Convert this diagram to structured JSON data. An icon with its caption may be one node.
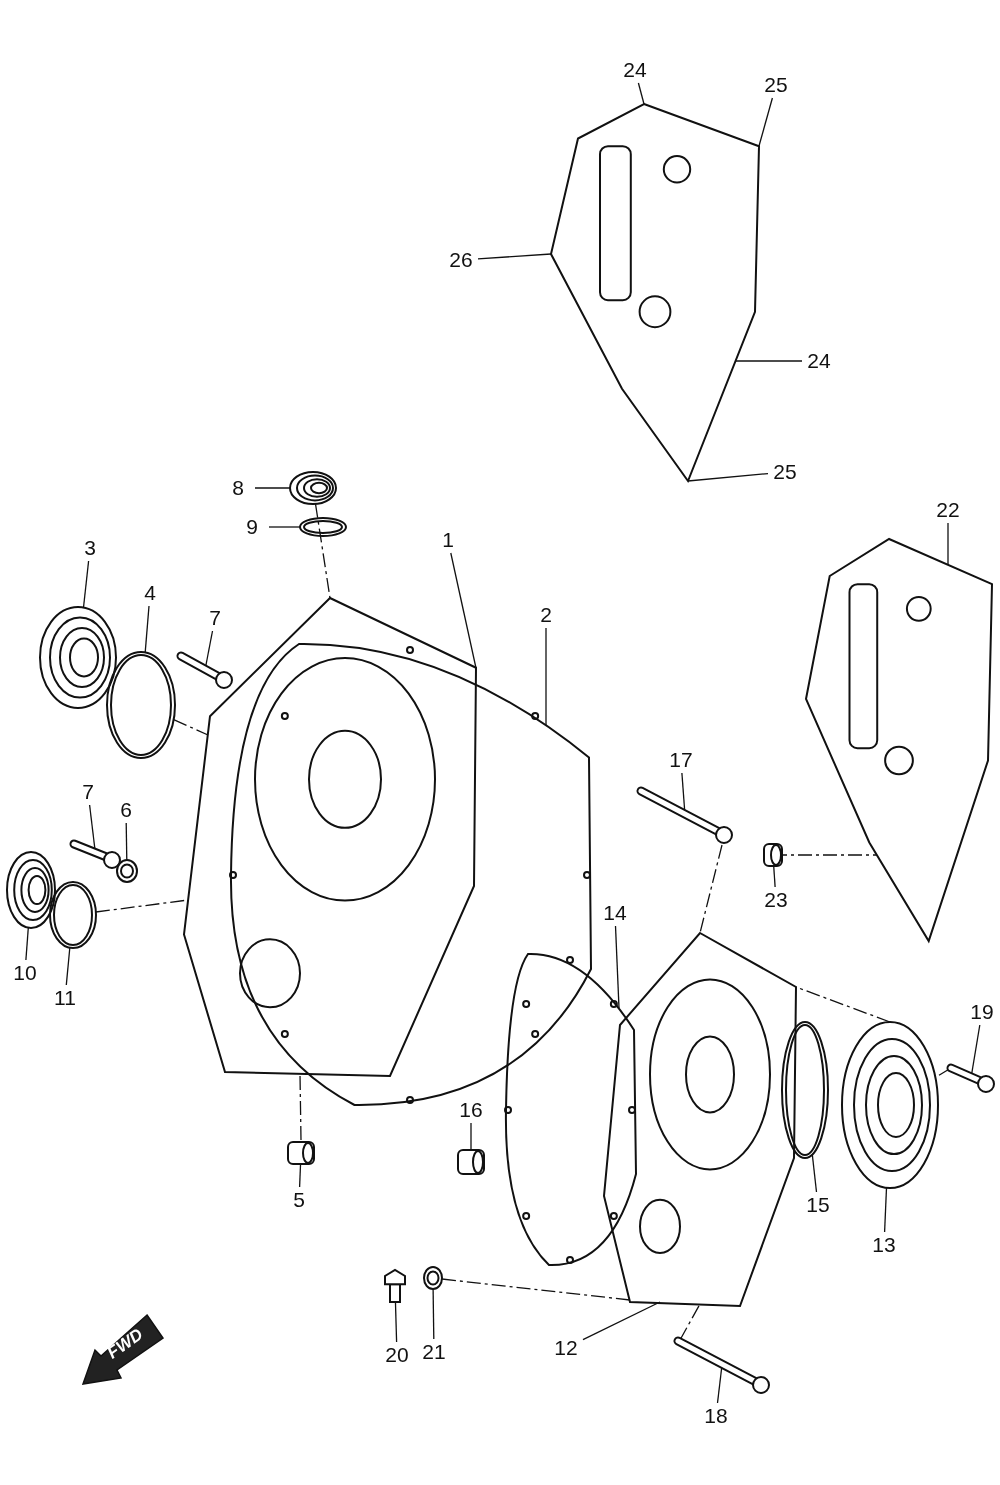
{
  "diagram": {
    "nodes": [
      {
        "text": [],
        "shape": "picture"
      },
      {
        "text": [
          "24"
        ]
      },
      {
        "text": [
          "25"
        ]
      },
      {
        "text": [
          "26"
        ]
      },
      {
        "text": [
          "24"
        ]
      },
      {
        "text": [
          "25"
        ]
      },
      {
        "text": [
          "8"
        ]
      },
      {
        "text": [],
        "shape": "picture"
      },
      {
        "text": [
          "9"
        ]
      },
      {
        "text": [],
        "shape": "picture"
      },
      {
        "text": [
          "22"
        ]
      },
      {
        "text": [],
        "shape": "picture"
      },
      {
        "text": [
          "3"
        ]
      },
      {
        "text": [],
        "shape": "picture"
      },
      {
        "text": [
          "1"
        ]
      },
      {
        "text": [],
        "shape": "picture"
      },
      {
        "text": [
          "4"
        ]
      },
      {
        "text": [],
        "shape": "picture"
      },
      {
        "text": [
          "7"
        ]
      },
      {
        "text": [],
        "shape": "picture"
      },
      {
        "text": [
          "2"
        ]
      },
      {
        "text": [],
        "shape": "picture"
      },
      {
        "text": [
          "17"
        ]
      },
      {
        "text": [],
        "shape": "picture"
      },
      {
        "text": [
          "7"
        ]
      },
      {
        "text": [],
        "shape": "picture"
      },
      {
        "text": [
          "6"
        ]
      },
      {
        "text": [],
        "shape": "picture"
      },
      {
        "text": [
          "23"
        ]
      },
      {
        "text": [],
        "shape": "picture"
      },
      {
        "text": [
          "14"
        ]
      },
      {
        "text": [],
        "shape": "picture"
      },
      {
        "text": [
          "10"
        ]
      },
      {
        "text": [],
        "shape": "picture"
      },
      {
        "text": [
          "11"
        ]
      },
      {
        "text": [],
        "shape": "picture"
      },
      {
        "text": [
          "19"
        ]
      },
      {
        "text": [],
        "shape": "picture"
      },
      {
        "text": [
          "16"
        ]
      },
      {
        "text": [],
        "shape": "picture"
      },
      {
        "text": [
          "5"
        ]
      },
      {
        "text": [],
        "shape": "picture"
      },
      {
        "text": [
          "15"
        ]
      },
      {
        "text": [],
        "shape": "picture"
      },
      {
        "text": [
          "13"
        ]
      },
      {
        "text": [],
        "shape": "picture"
      },
      {
        "text": [
          "12"
        ]
      },
      {
        "text": [],
        "shape": "picture"
      },
      {
        "text": [
          "20"
        ]
      },
      {
        "text": [],
        "shape": "picture"
      },
      {
        "text": [
          "21"
        ]
      },
      {
        "text": [],
        "shape": "picture"
      },
      {
        "text": [
          "18"
        ]
      },
      {
        "text": [],
        "shape": "picture"
      }
    ],
    "edges": [
      {
        "from": 1,
        "to": 0,
        "arrow": "none"
      },
      {
        "from": 2,
        "to": 0,
        "arrow": "none"
      },
      {
        "from": 3,
        "to": 0,
        "arrow": "none"
      },
      {
        "from": 4,
        "to": 0,
        "arrow": "none"
      },
      {
        "from": 5,
        "to": 0,
        "arrow": "none"
      },
      {
        "from": 6,
        "to": 7,
        "arrow": "none"
      },
      {
        "from": 8,
        "to": 9,
        "arrow": "none"
      },
      {
        "from": 10,
        "to": 11,
        "arrow": "none"
      },
      {
        "from": 12,
        "to": 13,
        "arrow": "none"
      },
      {
        "from": 14,
        "to": 15,
        "arrow": "none"
      },
      {
        "from": 16,
        "to": 17,
        "arrow": "none"
      },
      {
        "from": 18,
        "to": 19,
        "arrow": "none"
      },
      {
        "from": 20,
        "to": 21,
        "arrow": "none"
      },
      {
        "from": 22,
        "to": 23,
        "arrow": "none"
      },
      {
        "from": 24,
        "to": 25,
        "arrow": "none"
      },
      {
        "from": 26,
        "to": 27,
        "arrow": "none"
      },
      {
        "from": 28,
        "to": 29,
        "arrow": "none"
      },
      {
        "from": 30,
        "to": 31,
        "arrow": "none"
      },
      {
        "from": 32,
        "to": 33,
        "arrow": "none"
      },
      {
        "from": 34,
        "to": 35,
        "arrow": "none"
      },
      {
        "from": 36,
        "to": 37,
        "arrow": "none"
      },
      {
        "from": 38,
        "to": 39,
        "arrow": "none"
      },
      {
        "from": 40,
        "to": 41,
        "arrow": "none"
      },
      {
        "from": 42,
        "to": 43,
        "arrow": "none"
      },
      {
        "from": 44,
        "to": 45,
        "arrow": "none"
      },
      {
        "from": 46,
        "to": 47,
        "arrow": "none"
      },
      {
        "from": 48,
        "to": 49,
        "arrow": "none"
      },
      {
        "from": 50,
        "to": 51,
        "arrow": "none"
      },
      {
        "from": 52,
        "to": 53,
        "arrow": "none"
      },
      {
        "from": 7,
        "to": 15,
        "arrow": "none",
        "style": "dashed"
      },
      {
        "from": 17,
        "to": 15,
        "arrow": "none",
        "style": "dashed"
      },
      {
        "from": 35,
        "to": 15,
        "arrow": "none",
        "style": "dashed"
      },
      {
        "from": 41,
        "to": 15,
        "arrow": "none",
        "style": "dashed"
      },
      {
        "from": 23,
        "to": 47,
        "arrow": "none",
        "style": "dashed"
      },
      {
        "from": 29,
        "to": 11,
        "arrow": "none",
        "style": "dashed"
      },
      {
        "from": 51,
        "to": 47,
        "arrow": "none",
        "style": "dashed"
      },
      {
        "from": 53,
        "to": 47,
        "arrow": "none",
        "style": "dashed"
      },
      {
        "from": 37,
        "to": 45,
        "arrow": "none",
        "style": "dashed"
      },
      {
        "from": 45,
        "to": 47,
        "arrow": "none",
        "style": "dashed"
      }
    ],
    "labels": [
      "FWD"
    ]
  }
}
